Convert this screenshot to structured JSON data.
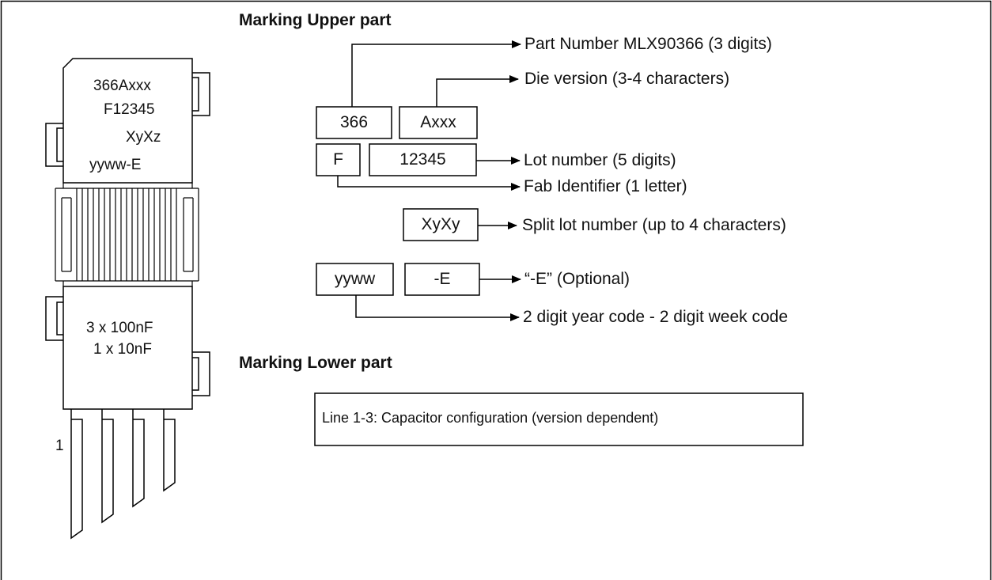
{
  "upper": {
    "heading": "Marking Upper part",
    "package_lines": [
      "366Axxx",
      "F12345",
      "XyXz",
      "yyww-E"
    ],
    "boxes": {
      "part": "366",
      "die": "Axxx",
      "fab": "F",
      "lot": "12345",
      "split": "XyXy",
      "date": "yyww",
      "suffix": "-E"
    },
    "labels": {
      "part_number": "Part Number MLX90366 (3 digits)",
      "die_version": "Die version (3-4 characters)",
      "lot_number": "Lot number (5 digits)",
      "fab_identifier": "Fab Identifier (1 letter)",
      "split_lot": "Split lot number (up to 4 characters)",
      "suffix_note": "“-E” (Optional)",
      "date_code": "2 digit year code - 2 digit week code"
    }
  },
  "lower": {
    "heading": "Marking Lower part",
    "package_lines": [
      "3 x 100nF",
      "1 x 10nF"
    ],
    "description": "Line 1-3: Capacitor configuration (version dependent)",
    "pin_label": "1"
  }
}
